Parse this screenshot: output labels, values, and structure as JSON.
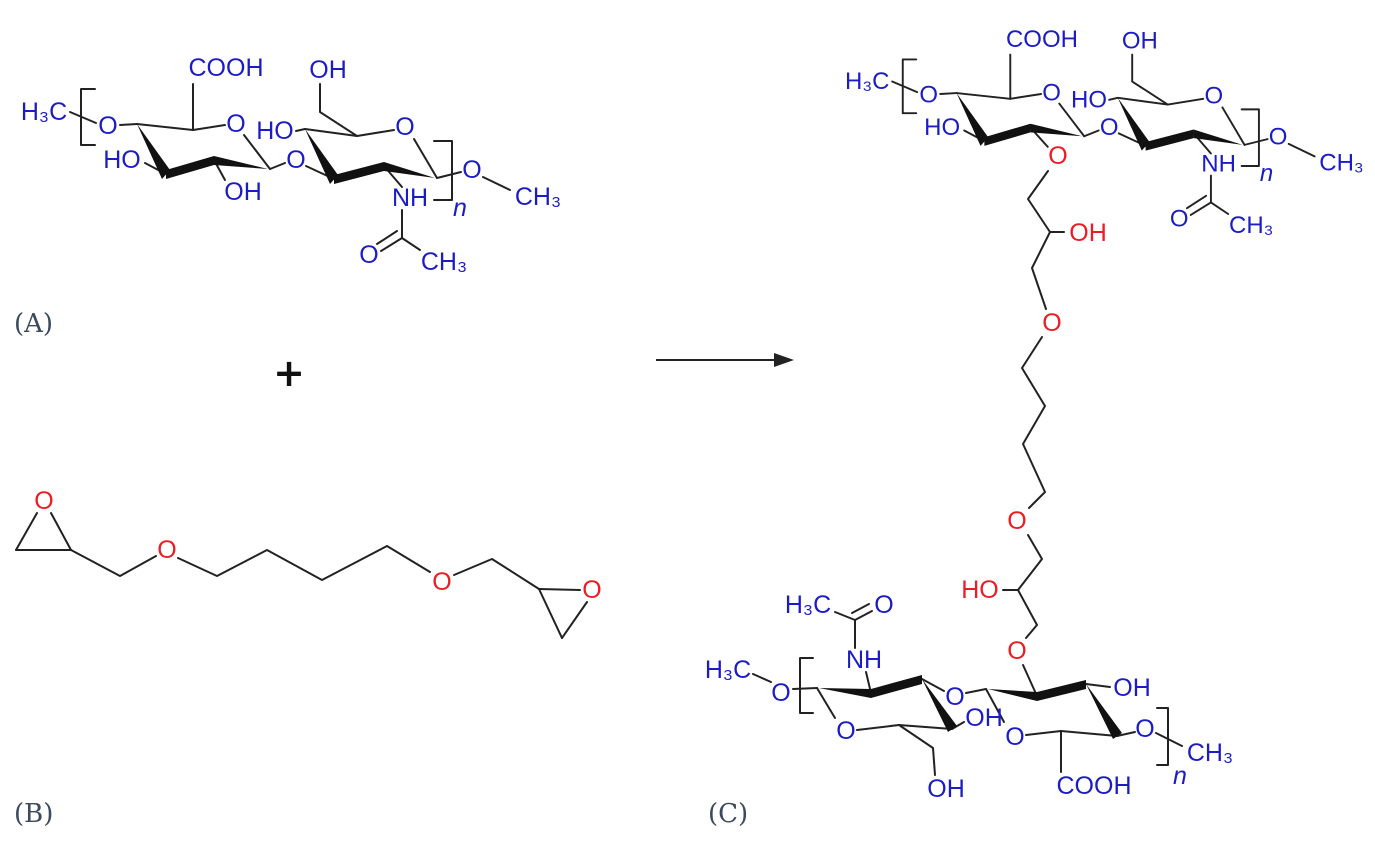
{
  "panels": {
    "a": "(A)",
    "b": "(B)",
    "c": "(C)"
  },
  "plus": "+",
  "colors": {
    "atom_blue": "#1c1cc4",
    "oxygen_red": "#ec1c24",
    "bond": "#222222",
    "panel_label": "#3b4a5c"
  },
  "hyaluronic_acid": {
    "methyl_left": "H₃C",
    "o_left": "O",
    "cooh": "COOH",
    "ring_o": "O",
    "ho_c3": "HO",
    "oh_c2": "OH",
    "glyco_o": "O",
    "ho_c4": "HO",
    "ch2oh": "OH",
    "ring_o2": "O",
    "nh": "NH",
    "carbonyl_o": "O",
    "acetyl_ch3": "CH₃",
    "repeat": "n",
    "o_right": "O",
    "methyl_right": "CH₃"
  },
  "bdde": {
    "epoxide_o1": "O",
    "ether_o1": "O",
    "ether_o2": "O",
    "epoxide_o2": "O"
  },
  "crosslinked": {
    "top": {
      "methyl_left": "H₃C",
      "o_left": "O",
      "cooh": "COOH",
      "ring_o": "O",
      "ho_c3": "HO",
      "glyco_o": "O",
      "ho_c4": "HO",
      "ch2oh": "OH",
      "ring_o2": "O",
      "nh": "NH",
      "carbonyl_o": "O",
      "acetyl_ch3": "CH₃",
      "repeat": "n",
      "o_right": "O",
      "methyl_right": "CH₃"
    },
    "linker": {
      "o1": "O",
      "oh1": "OH",
      "o2": "O",
      "o3": "O",
      "oh2": "HO",
      "o4": "O"
    },
    "bottom": {
      "acetyl_ch3": "H₃C",
      "carbonyl_o": "O",
      "nh": "NH",
      "methyl_left": "H₃C",
      "o_left": "O",
      "ring_o": "O",
      "ch2oh": "OH",
      "oh_c4": "OH",
      "glyco_o": "O",
      "oh_c3": "OH",
      "ring_o2": "O",
      "cooh": "COOH",
      "o_right": "O",
      "methyl_right": "CH₃",
      "repeat": "n"
    }
  }
}
